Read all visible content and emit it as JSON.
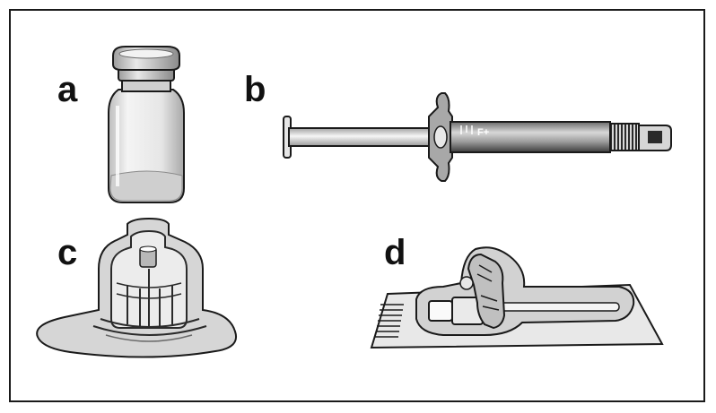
{
  "labels": {
    "a": "a",
    "b": "b",
    "c": "c",
    "d": "d"
  },
  "syringe_marking": "F+",
  "colors": {
    "outline": "#1a1a1a",
    "gray_light": "#d4d4d4",
    "gray_mid": "#9a9a9a",
    "gray_dark": "#4a4a4a"
  }
}
